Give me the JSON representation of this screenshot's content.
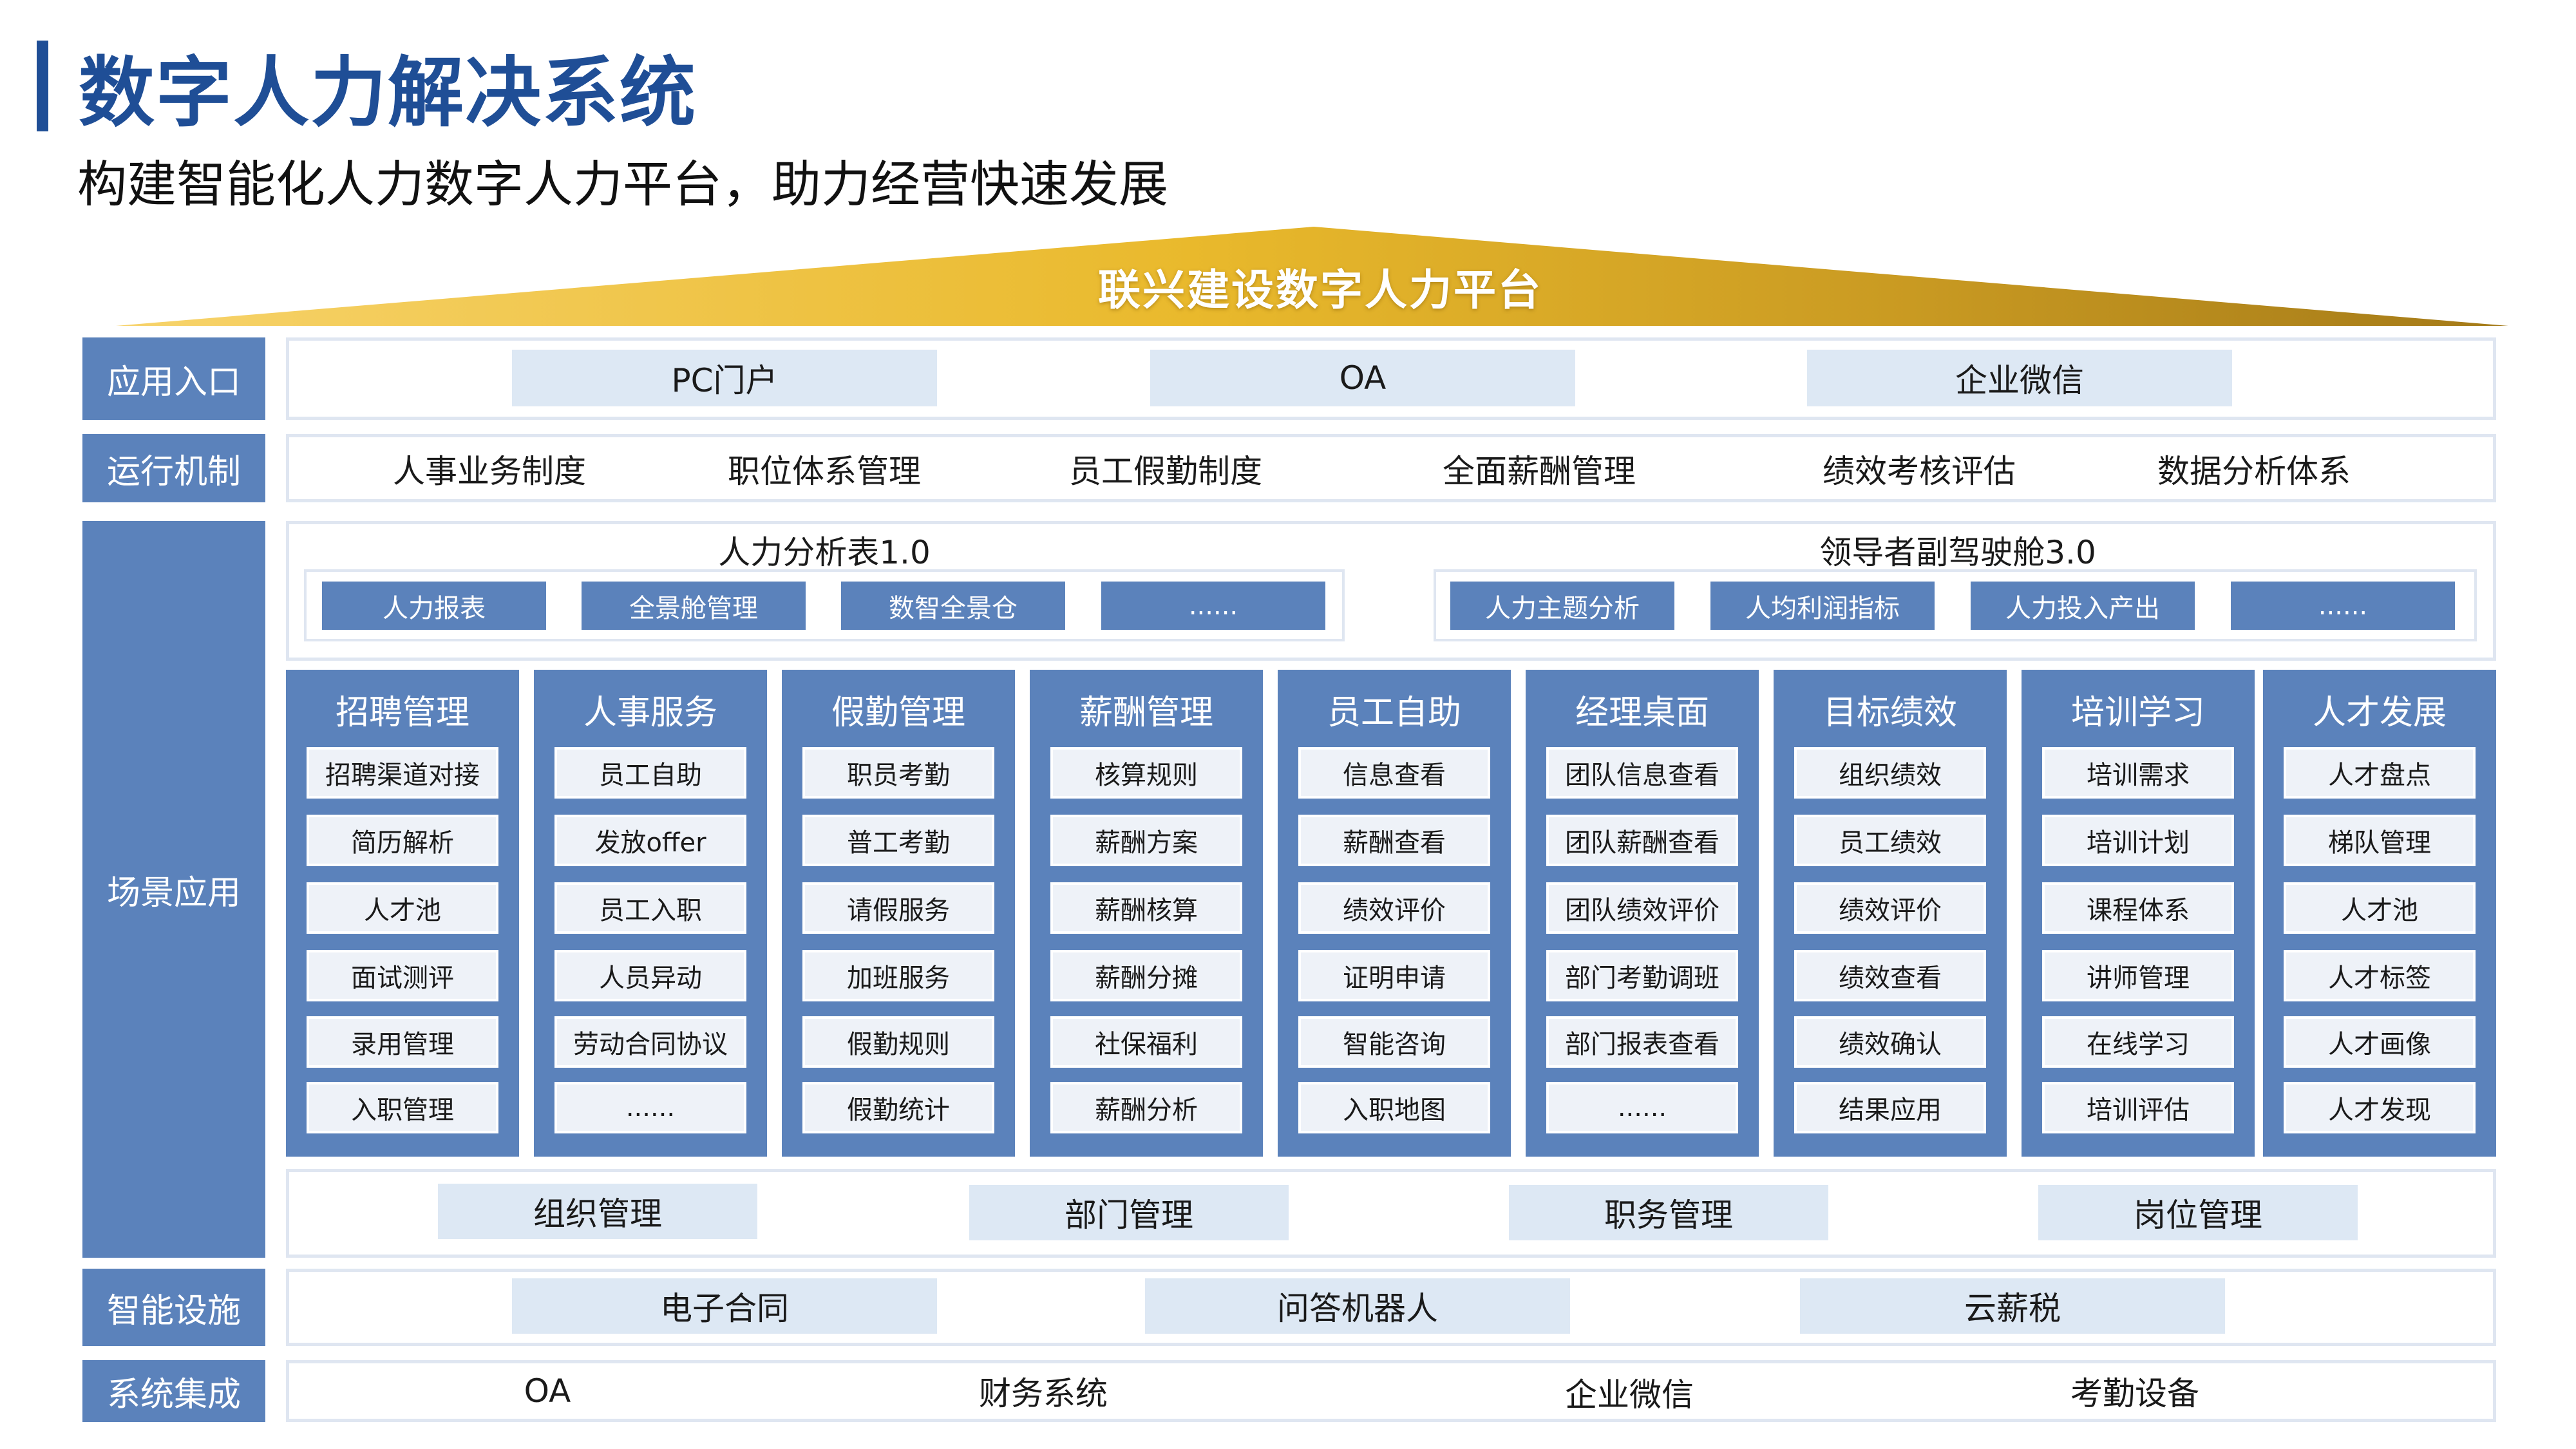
{
  "title": "数字人力解决系统",
  "subtitle": "构建智能化人力数字人力平台，助力经营快速发展",
  "platform_name": "联兴建设数字人力平台",
  "colors": {
    "brand_blue": "#1f4e96",
    "label_blue": "#5b82bb",
    "tile_light_blue": "#dde8f4",
    "roof_gold": "#e0b02c"
  },
  "rows": {
    "app_entry": {
      "label": "应用入口",
      "items": [
        "PC门户",
        "OA",
        "企业微信"
      ]
    },
    "mechanism": {
      "label": "运行机制",
      "items": [
        "人事业务制度",
        "职位体系管理",
        "员工假勤制度",
        "全面薪酬管理",
        "绩效考核评估",
        "数据分析体系"
      ]
    },
    "scenario": {
      "label": "场景应用",
      "analysis_panels": [
        {
          "title": "人力分析表1.0",
          "items": [
            "人力报表",
            "全景舱管理",
            "数智全景仓",
            "......"
          ]
        },
        {
          "title": "领导者副驾驶舱3.0",
          "items": [
            "人力主题分析",
            "人均利润指标",
            "人力投入产出",
            "......"
          ]
        }
      ],
      "modules": [
        {
          "title": "招聘管理",
          "items": [
            "招聘渠道对接",
            "简历解析",
            "人才池",
            "面试测评",
            "录用管理",
            "入职管理"
          ]
        },
        {
          "title": "人事服务",
          "items": [
            "员工自助",
            "发放offer",
            "员工入职",
            "人员异动",
            "劳动合同协议",
            "......"
          ]
        },
        {
          "title": "假勤管理",
          "items": [
            "职员考勤",
            "普工考勤",
            "请假服务",
            "加班服务",
            "假勤规则",
            "假勤统计"
          ]
        },
        {
          "title": "薪酬管理",
          "items": [
            "核算规则",
            "薪酬方案",
            "薪酬核算",
            "薪酬分摊",
            "社保福利",
            "薪酬分析"
          ]
        },
        {
          "title": "员工自助",
          "items": [
            "信息查看",
            "薪酬查看",
            "绩效评价",
            "证明申请",
            "智能咨询",
            "入职地图"
          ]
        },
        {
          "title": "经理桌面",
          "items": [
            "团队信息查看",
            "团队薪酬查看",
            "团队绩效评价",
            "部门考勤调班",
            "部门报表查看",
            "......"
          ]
        },
        {
          "title": "目标绩效",
          "items": [
            "组织绩效",
            "员工绩效",
            "绩效评价",
            "绩效查看",
            "绩效确认",
            "结果应用"
          ]
        },
        {
          "title": "培训学习",
          "items": [
            "培训需求",
            "培训计划",
            "课程体系",
            "讲师管理",
            "在线学习",
            "培训评估"
          ]
        },
        {
          "title": "人才发展",
          "items": [
            "人才盘点",
            "梯队管理",
            "人才池",
            "人才标签",
            "人才画像",
            "人才发现"
          ]
        }
      ],
      "org_items": [
        "组织管理",
        "部门管理",
        "职务管理",
        "岗位管理"
      ]
    },
    "infrastructure": {
      "label": "智能设施",
      "items": [
        "电子合同",
        "问答机器人",
        "云薪税"
      ]
    },
    "integration": {
      "label": "系统集成",
      "items": [
        "OA",
        "财务系统",
        "企业微信",
        "考勤设备"
      ]
    }
  }
}
